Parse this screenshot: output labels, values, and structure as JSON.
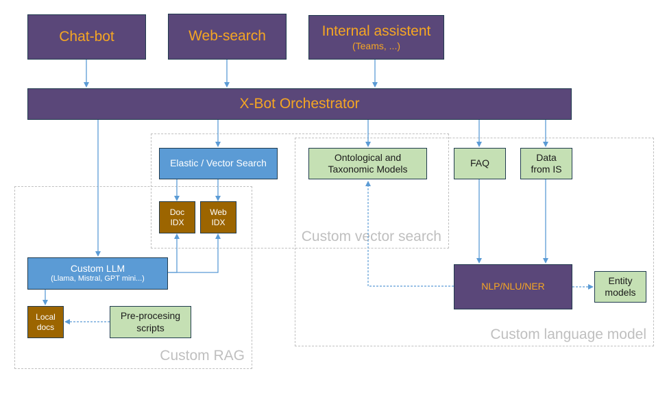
{
  "diagram": {
    "colors": {
      "channel_fill": "#5a4779",
      "channel_text": "#f5a623",
      "search_fill": "#5b9bd5",
      "model_fill": "#c5e0b4",
      "index_fill": "#9c6500",
      "connector": "#5b9bd5",
      "group_border": "#bfbfbf"
    },
    "channels": {
      "chatbot": {
        "label": "Chat-bot"
      },
      "websearch": {
        "label": "Web-search"
      },
      "internal": {
        "label": "Internal assistent",
        "sublabel": "(Teams, ...)"
      }
    },
    "orchestrator": {
      "label": "X-Bot Orchestrator"
    },
    "groups": {
      "vector_search": {
        "label": "Custom vector search"
      },
      "rag": {
        "label": "Custom RAG"
      },
      "language_model": {
        "label": "Custom language model"
      }
    },
    "nodes": {
      "elastic": {
        "label": "Elastic / Vector Search"
      },
      "ontological": {
        "line1": "Ontological and",
        "line2": "Taxonomic Models"
      },
      "faq": {
        "label": "FAQ"
      },
      "data_is": {
        "line1": "Data",
        "line2": "from IS"
      },
      "doc_idx": {
        "line1": "Doc",
        "line2": "IDX"
      },
      "web_idx": {
        "line1": "Web",
        "line2": "IDX"
      },
      "custom_llm": {
        "label": "Custom LLM",
        "sublabel": "(Llama, Mistral, GPT mini...)"
      },
      "local_docs": {
        "line1": "Local",
        "line2": "docs"
      },
      "preprocessing": {
        "line1": "Pre-procesing",
        "line2": "scripts"
      },
      "nlp": {
        "label": "NLP/NLU/NER"
      },
      "entity_models": {
        "line1": "Entity",
        "line2": "models"
      }
    },
    "connections": [
      {
        "from": "Chat-bot",
        "to": "X-Bot Orchestrator",
        "style": "solid"
      },
      {
        "from": "Web-search",
        "to": "X-Bot Orchestrator",
        "style": "solid"
      },
      {
        "from": "Internal assistent",
        "to": "X-Bot Orchestrator",
        "style": "solid"
      },
      {
        "from": "X-Bot Orchestrator",
        "to": "Custom LLM",
        "style": "solid"
      },
      {
        "from": "X-Bot Orchestrator",
        "to": "Elastic / Vector Search",
        "style": "solid"
      },
      {
        "from": "X-Bot Orchestrator",
        "to": "Ontological and Taxonomic Models",
        "style": "solid"
      },
      {
        "from": "X-Bot Orchestrator",
        "to": "FAQ",
        "style": "solid"
      },
      {
        "from": "X-Bot Orchestrator",
        "to": "Data from IS",
        "style": "solid"
      },
      {
        "from": "Elastic / Vector Search",
        "to": "Doc IDX",
        "style": "solid"
      },
      {
        "from": "Elastic / Vector Search",
        "to": "Web IDX",
        "style": "solid"
      },
      {
        "from": "Custom LLM",
        "to": "Doc IDX",
        "style": "solid"
      },
      {
        "from": "Custom LLM",
        "to": "Web IDX",
        "style": "solid"
      },
      {
        "from": "Custom LLM",
        "to": "Local docs",
        "style": "solid"
      },
      {
        "from": "Pre-procesing scripts",
        "to": "Local docs",
        "style": "dashed"
      },
      {
        "from": "FAQ",
        "to": "NLP/NLU/NER",
        "style": "solid"
      },
      {
        "from": "Data from IS",
        "to": "NLP/NLU/NER",
        "style": "solid"
      },
      {
        "from": "NLP/NLU/NER",
        "to": "Ontological and Taxonomic Models",
        "style": "dashed"
      },
      {
        "from": "NLP/NLU/NER",
        "to": "Entity models",
        "style": "dashed"
      }
    ]
  }
}
